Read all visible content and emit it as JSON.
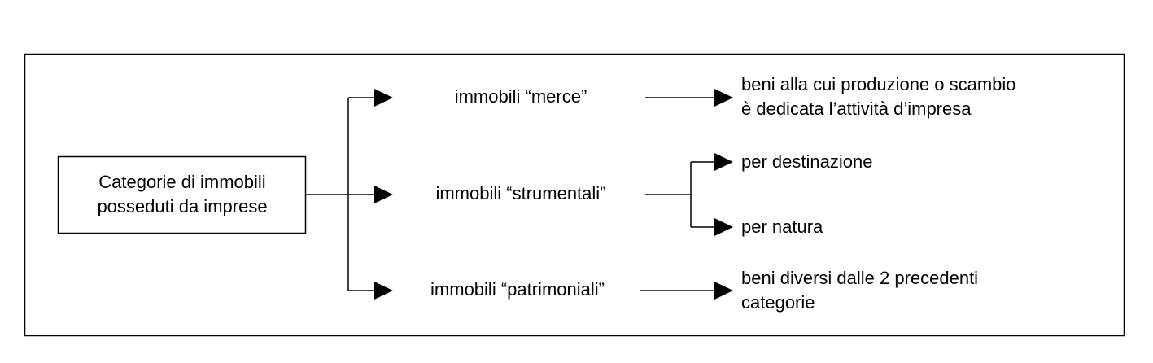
{
  "root": {
    "lines": [
      "Categorie di immobili",
      "posseduti da imprese"
    ]
  },
  "branches": [
    {
      "label": "immobili “merce”",
      "detail_lines": [
        "beni alla cui produzione o scambio",
        "è dedicata l’attività d’impresa"
      ]
    },
    {
      "label": "immobili “strumentali”",
      "sub_items": [
        "per destinazione",
        "per natura"
      ]
    },
    {
      "label": "immobili “patrimoniali”",
      "detail_lines": [
        "beni diversi dalle 2 precedenti",
        "categorie"
      ]
    }
  ],
  "colors": {
    "stroke": "#000000",
    "background": "#ffffff"
  }
}
